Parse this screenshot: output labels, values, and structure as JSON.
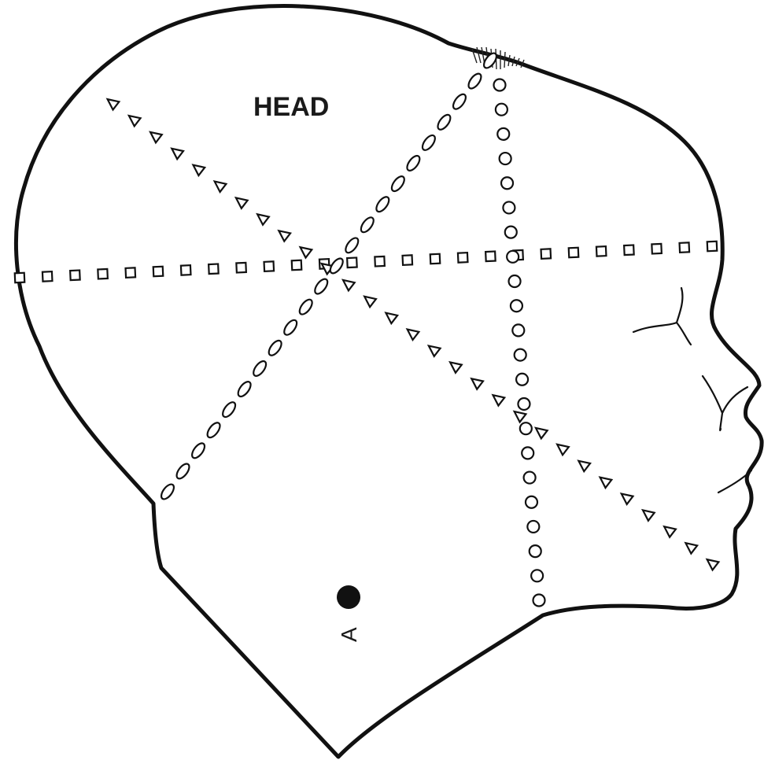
{
  "diagram": {
    "title": "HEAD",
    "point_label": "A",
    "colors": {
      "ink": "#111111",
      "background": "#ffffff"
    },
    "marker_lines": [
      {
        "marker": "square"
      },
      {
        "marker": "triangle"
      },
      {
        "marker": "ellipse"
      },
      {
        "marker": "circle"
      }
    ],
    "point_marker": "filled-circle"
  }
}
